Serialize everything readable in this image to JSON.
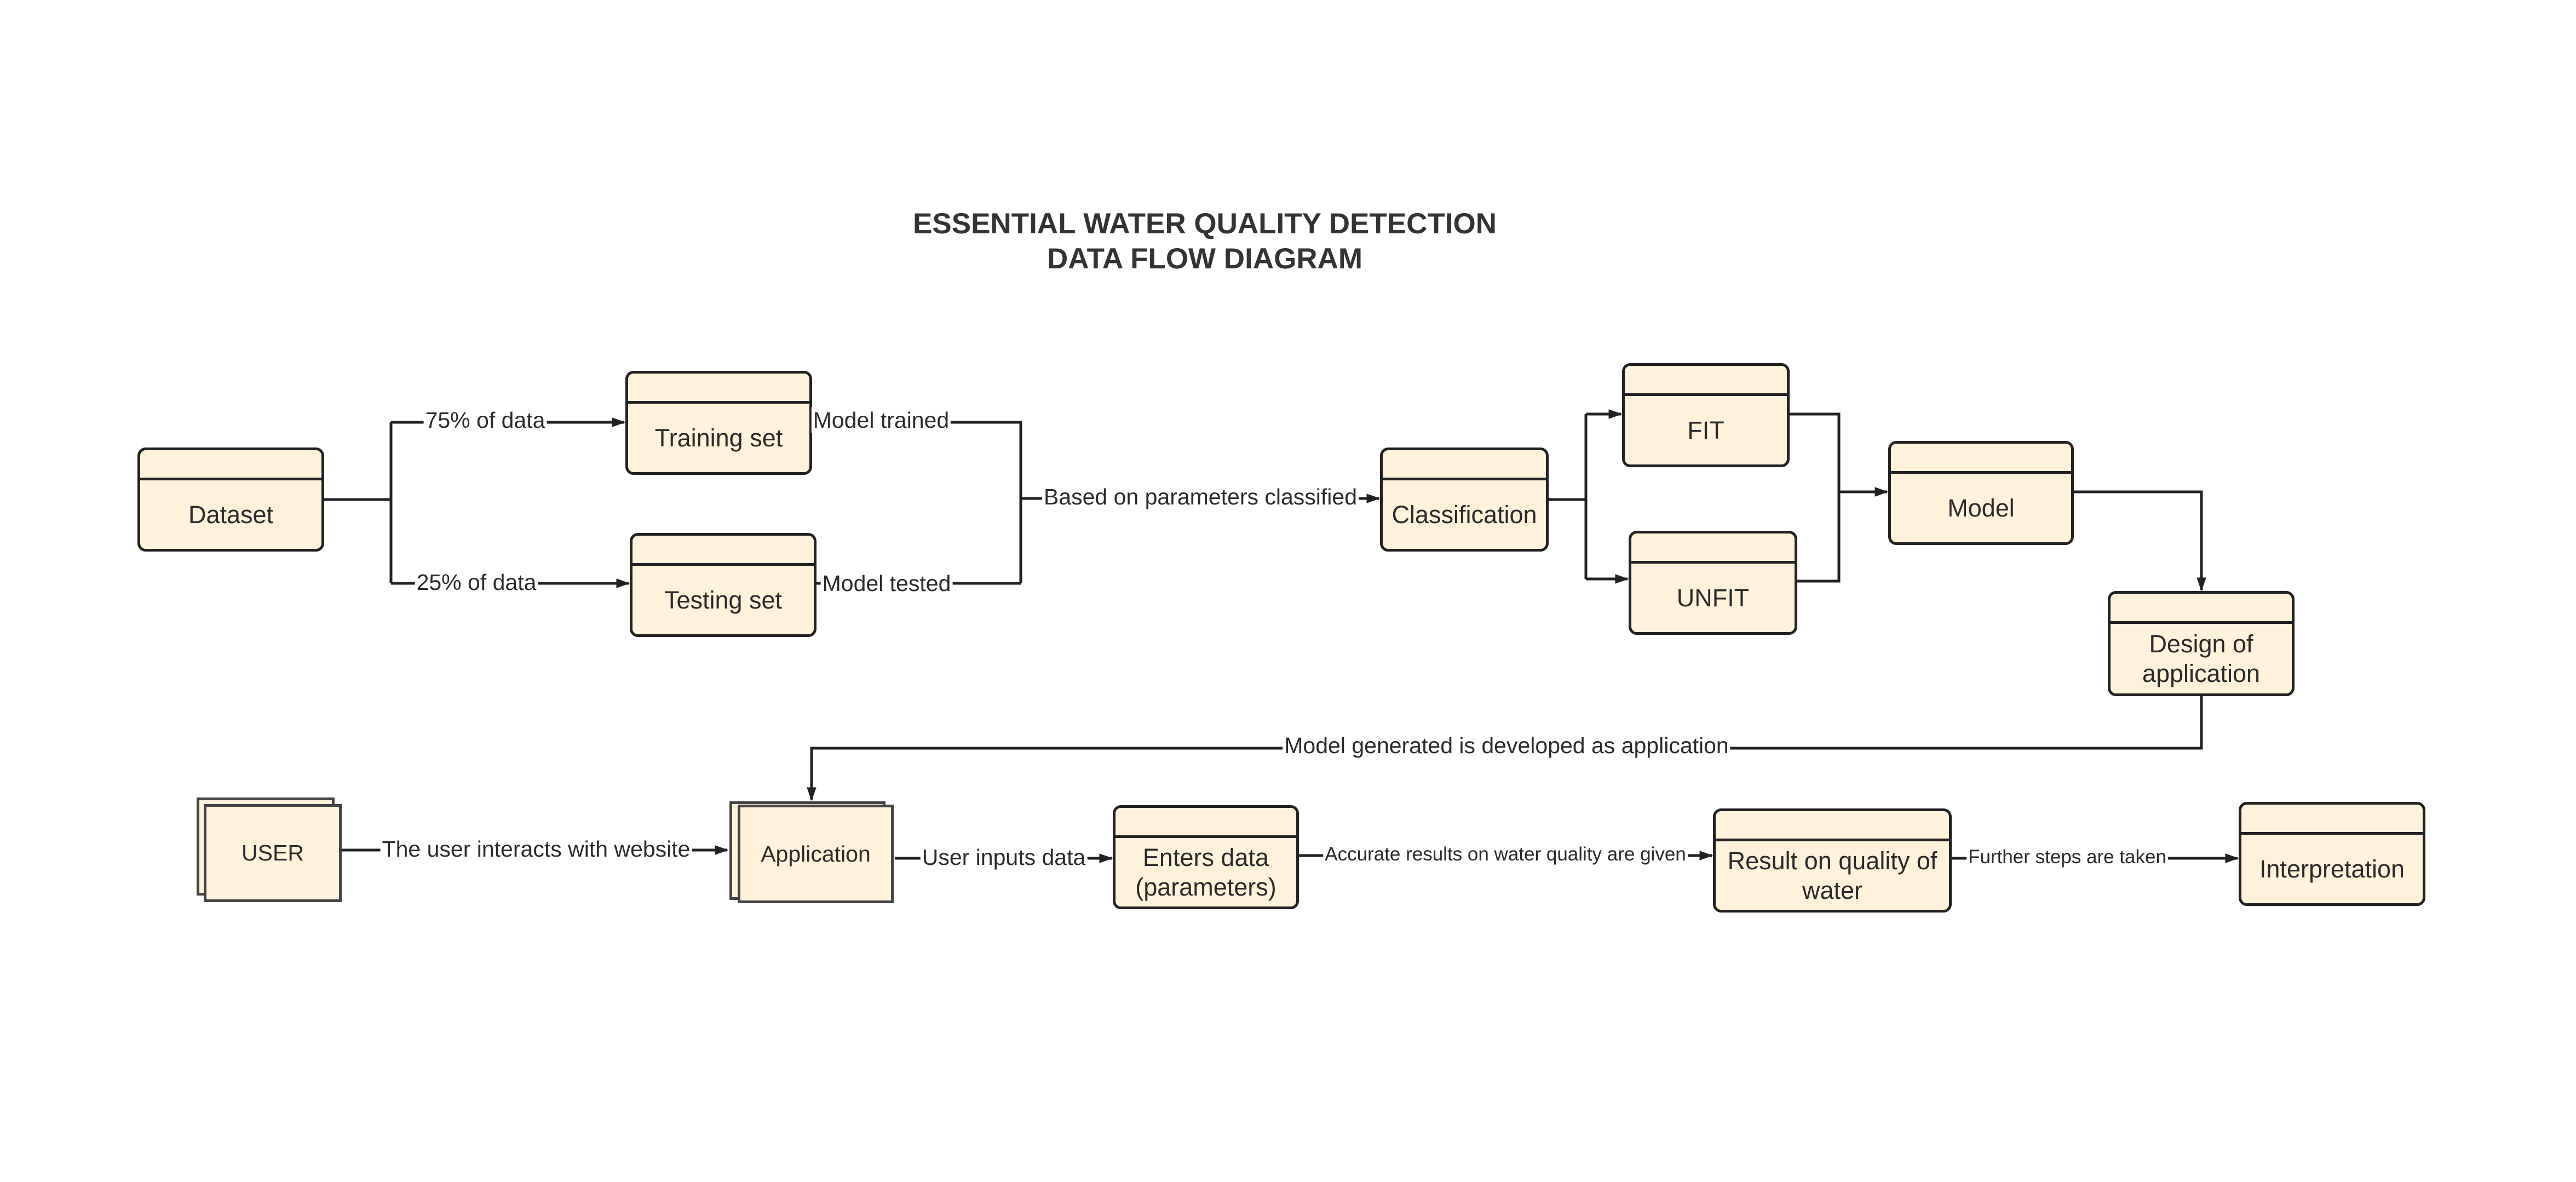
{
  "title": {
    "line1": "ESSENTIAL WATER QUALITY DETECTION",
    "line2": "DATA FLOW DIAGRAM"
  },
  "nodes": {
    "dataset": "Dataset",
    "training_set": "Training set",
    "testing_set": "Testing set",
    "classification": "Classification",
    "fit": "FIT",
    "unfit": "UNFIT",
    "model": "Model",
    "design_of_application": "Design of application",
    "user": "USER",
    "application": "Application",
    "enters_data": "Enters data (parameters)",
    "result": "Result on quality of water",
    "interpretation": "Interpretation"
  },
  "edges": {
    "pct75": "75% of data",
    "pct25": "25% of data",
    "model_trained": "Model trained",
    "model_tested": "Model tested",
    "based_on_params": "Based on parameters classified",
    "model_generated": "Model generated is developed as application",
    "user_interacts": "The user interacts with website",
    "user_inputs": "User inputs data",
    "accurate_results": "Accurate results on water quality are given",
    "further_steps": "Further steps are taken"
  },
  "colors": {
    "box_fill": "#fff2da",
    "stroke": "#222222",
    "background": "#ffffff"
  }
}
